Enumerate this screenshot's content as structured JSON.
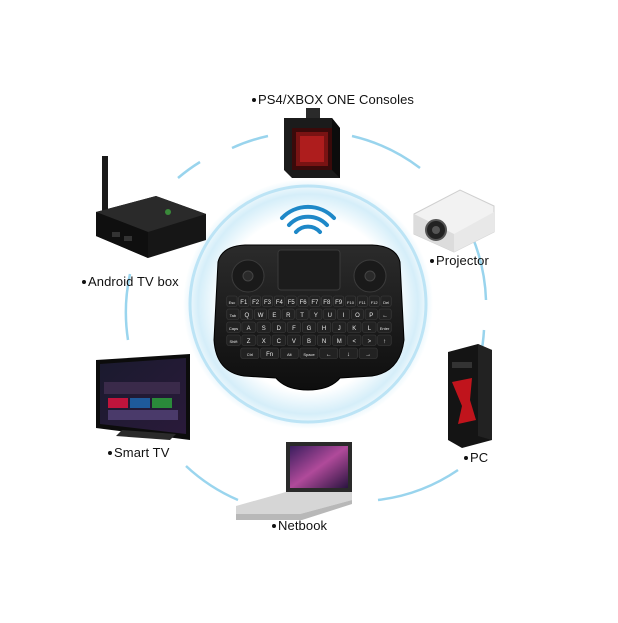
{
  "center_device": {
    "name": "mini wireless keyboard with touchpad",
    "icon": "keyboard-icon"
  },
  "wireless_symbol": {
    "icon": "wifi-icon",
    "color": "#1e88c8"
  },
  "ring_color": "#7cc6e8",
  "labels": {
    "consoles": "PS4/XBOX ONE Consoles",
    "projector": "Projector",
    "pc": "PC",
    "netbook": "Netbook",
    "smart_tv": "Smart TV",
    "android_box": "Android TV box"
  },
  "keyboard_keys": {
    "row1": [
      "Esc",
      "F1",
      "F2",
      "F3",
      "F4",
      "F5",
      "F6",
      "F7",
      "F8",
      "F9",
      "F10",
      "F11",
      "F12",
      "Del"
    ],
    "row2": [
      "Tab",
      "Q",
      "W",
      "E",
      "R",
      "T",
      "Y",
      "U",
      "I",
      "O",
      "P",
      "←"
    ],
    "row3": [
      "Caps",
      "A",
      "S",
      "D",
      "F",
      "G",
      "H",
      "J",
      "K",
      "L",
      "Enter"
    ],
    "row4": [
      "Shift",
      "Z",
      "X",
      "C",
      "V",
      "B",
      "N",
      "M",
      "<",
      ">",
      "↑"
    ],
    "row5": [
      "Ctrl",
      "Fn",
      "Alt",
      "Space",
      "←",
      "↓",
      "→"
    ]
  }
}
